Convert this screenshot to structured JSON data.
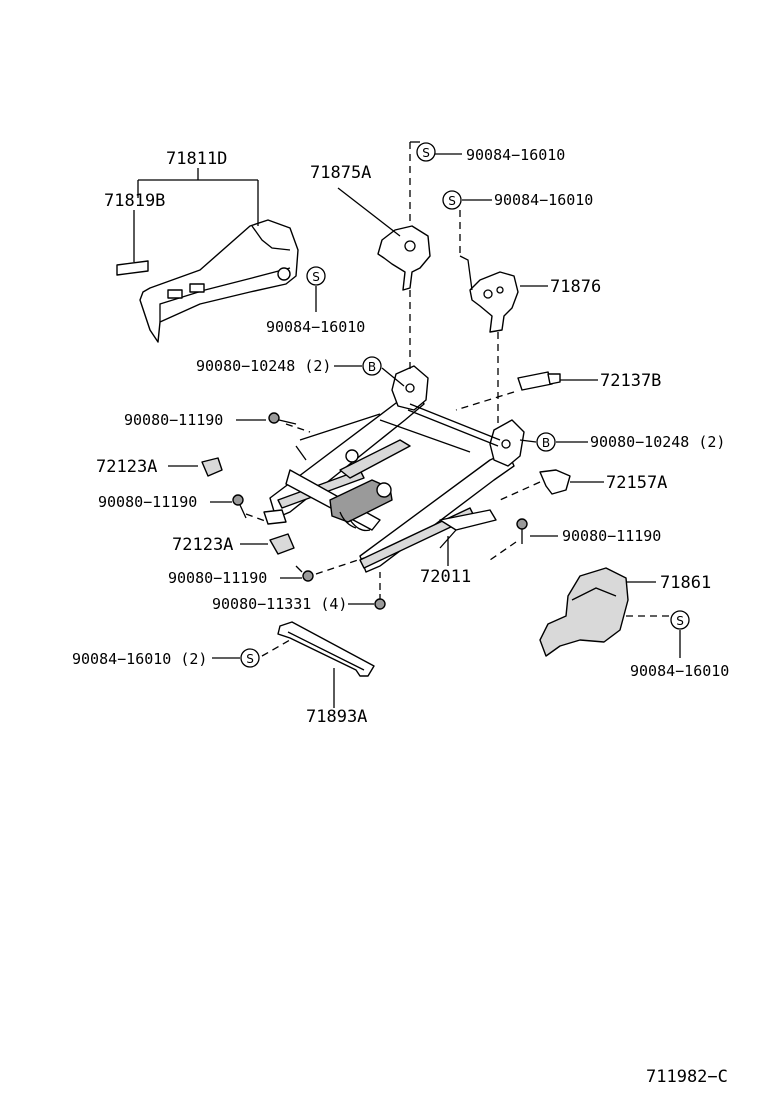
{
  "parts": {
    "p71811D": "71811D",
    "p71819B": "71819B",
    "p71875A": "71875A",
    "p71876": "71876",
    "p72137B": "72137B",
    "p72123A_top": "72123A",
    "p72123A_bottom": "72123A",
    "p72157A": "72157A",
    "p72011": "72011",
    "p71861": "71861",
    "p71893A": "71893A",
    "s_top_right": "90084−16010",
    "s_top_right2": "90084−16010",
    "s_left_cover": "90084−16010",
    "b_left": "90080−10248 (2)",
    "b_right": "90080−10248 (2)",
    "bolt_1": "90080−11190",
    "bolt_2": "90080−11190",
    "bolt_3": "90080−11190",
    "bolt_4": "90080−11190",
    "bolt_5": "90080−11331 (4)",
    "s_bottom_left": "90084−16010 (2)",
    "s_bottom_right": "90084−16010"
  },
  "symbols": {
    "screw": "S",
    "bolt": "B"
  },
  "diagram_id": "711982−C"
}
